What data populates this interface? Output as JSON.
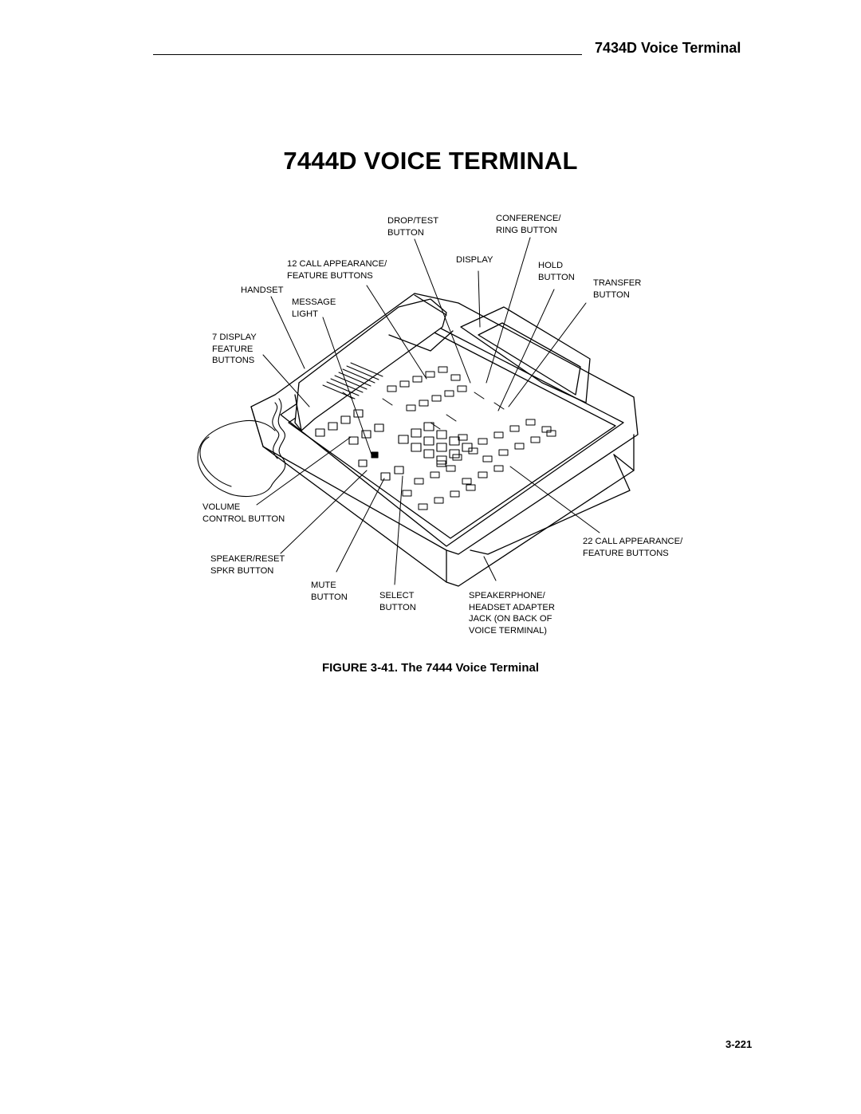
{
  "header": {
    "section_title": "7434D Voice Terminal"
  },
  "page_title": "7444D VOICE TERMINAL",
  "figure": {
    "labels": {
      "drop_test": "DROP/TEST\nBUTTON",
      "conference_ring": "CONFERENCE/\nRING BUTTON",
      "call_appearance_12": "12 CALL APPEARANCE/\nFEATURE BUTTONS",
      "display": "DISPLAY",
      "hold": "HOLD\nBUTTON",
      "transfer": "TRANSFER\nBUTTON",
      "handset": "HANDSET",
      "message_light": "MESSAGE\nLIGHT",
      "display_feature_7": "7 DISPLAY\nFEATURE\nBUTTONS",
      "volume_control": "VOLUME\nCONTROL BUTTON",
      "call_appearance_22": "22 CALL APPEARANCE/\nFEATURE BUTTONS",
      "speaker_reset": "SPEAKER/RESET\nSPKR BUTTON",
      "mute": "MUTE\nBUTTON",
      "select": "SELECT\nBUTTON",
      "speakerphone_jack": "SPEAKERPHONE/\nHEADSET ADAPTER\nJACK (ON BACK OF\nVOICE TERMINAL)"
    },
    "caption": "FIGURE 3-41.  The 7444 Voice Terminal"
  },
  "footer": {
    "page_number": "3-221"
  }
}
